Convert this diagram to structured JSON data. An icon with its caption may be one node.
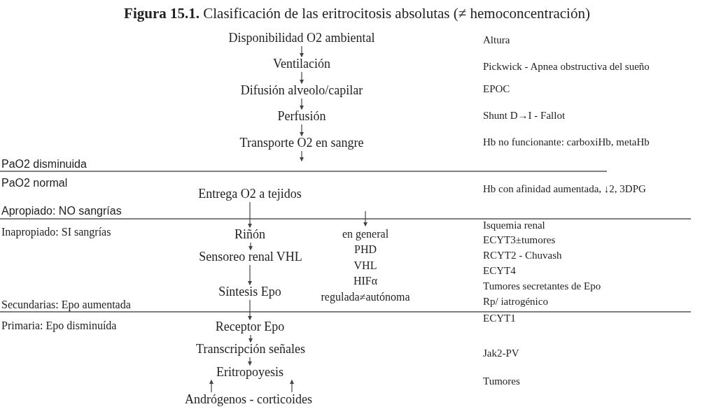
{
  "diagram": {
    "title": "**Figura 15.1.** Clasificación de las eritrocitosis absolutas (≠ hemoconcentración)",
    "nodes": [
      {
        "text": [
          "Disponibilidad O2 ambiental"
        ]
      },
      {
        "text": [
          "Ventilación"
        ]
      },
      {
        "text": [
          "Difusión alveolo/capilar"
        ]
      },
      {
        "text": [
          "Perfusión"
        ]
      },
      {
        "text": [
          "Transporte O2 en sangre"
        ]
      },
      {
        "text": [
          "Entrega O2 a tejidos"
        ]
      },
      {
        "text": [
          "Riñón"
        ]
      },
      {
        "text": [
          "Sensoreo renal VHL"
        ]
      },
      {
        "text": [
          "Síntesis Epo"
        ]
      },
      {
        "text": [
          "Receptor Epo"
        ]
      },
      {
        "text": [
          "Transcripción señales"
        ]
      },
      {
        "text": [
          "Eritropoyesis"
        ]
      },
      {
        "text": [
          "Andrógenos - corticoides"
        ]
      },
      {
        "text": [
          "en general",
          "PHD",
          "VHL",
          "HIFα",
          "regulada≠autónoma"
        ]
      }
    ],
    "edges": [
      {
        "from": 0,
        "to": 1,
        "arrow": "to"
      },
      {
        "from": 1,
        "to": 2,
        "arrow": "to"
      },
      {
        "from": 2,
        "to": 3,
        "arrow": "to"
      },
      {
        "from": 3,
        "to": 4,
        "arrow": "to"
      },
      {
        "from": 4,
        "to": null,
        "arrow": "to"
      },
      {
        "from": 5,
        "to": 6,
        "arrow": "to"
      },
      {
        "from": null,
        "to": 13,
        "arrow": "to"
      },
      {
        "from": 6,
        "to": 7,
        "arrow": "to"
      },
      {
        "from": 7,
        "to": 8,
        "arrow": "to"
      },
      {
        "from": 8,
        "to": 9,
        "arrow": "to"
      },
      {
        "from": 9,
        "to": 10,
        "arrow": "to"
      },
      {
        "from": 10,
        "to": 11,
        "arrow": "to"
      },
      {
        "from": 12,
        "to": 11,
        "arrow": "to"
      },
      {
        "from": 12,
        "to": 11,
        "arrow": "to"
      }
    ],
    "labels": [
      "Altura",
      "Pickwick - Apnea obstructiva del sueño",
      "EPOC",
      "Shunt D→I - Fallot",
      "Hb no funcionante: carboxiHb, metaHb",
      "PaO2 disminuida",
      "PaO2 normal",
      "Hb con afinidad aumentada, ↓2, 3DPG",
      "Apropiado: NO sangrías",
      "Isquemia renal",
      "Inapropiado: SI sangrías",
      "ECYT3±tumores",
      "RCYT2 - Chuvash",
      "ECYT4",
      "Tumores secretantes de Epo",
      "Rp/ iatrogénico",
      "Secundarias: Epo aumentada",
      "ECYT1",
      "Primaria: Epo disminuída",
      "Jak2-PV",
      "Tumores"
    ]
  }
}
